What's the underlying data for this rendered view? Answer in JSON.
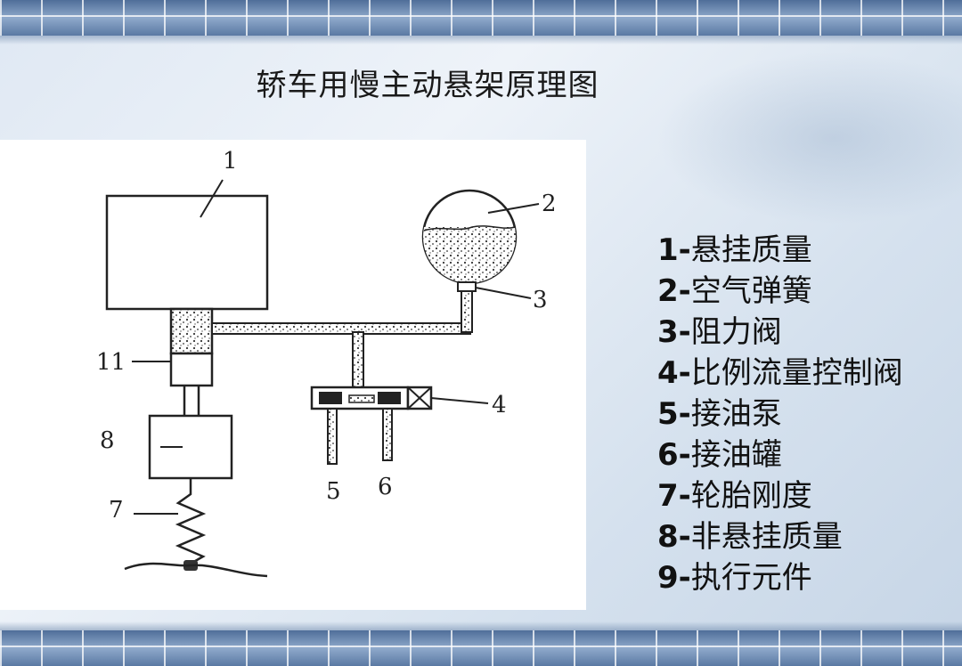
{
  "slide": {
    "title": "轿车用慢主动悬架原理图"
  },
  "diagram": {
    "labels": {
      "sprung_mass": "1",
      "air_spring": "2",
      "damping_valve": "3",
      "proportional_valve": "4",
      "pump": "5",
      "tank": "6",
      "tire_spring": "7",
      "unsprung_mass": "8",
      "actuator": "11"
    }
  },
  "legend": {
    "items": [
      {
        "num": "1",
        "text": "悬挂质量"
      },
      {
        "num": "2",
        "text": "空气弹簧"
      },
      {
        "num": "3",
        "text": "阻力阀"
      },
      {
        "num": "4",
        "text": "比例流量控制阀"
      },
      {
        "num": "5",
        "text": "接油泵"
      },
      {
        "num": "6",
        "text": "接油罐"
      },
      {
        "num": "7",
        "text": "轮胎刚度"
      },
      {
        "num": "8",
        "text": "非悬挂质量"
      },
      {
        "num": "9",
        "text": "执行元件"
      }
    ]
  }
}
